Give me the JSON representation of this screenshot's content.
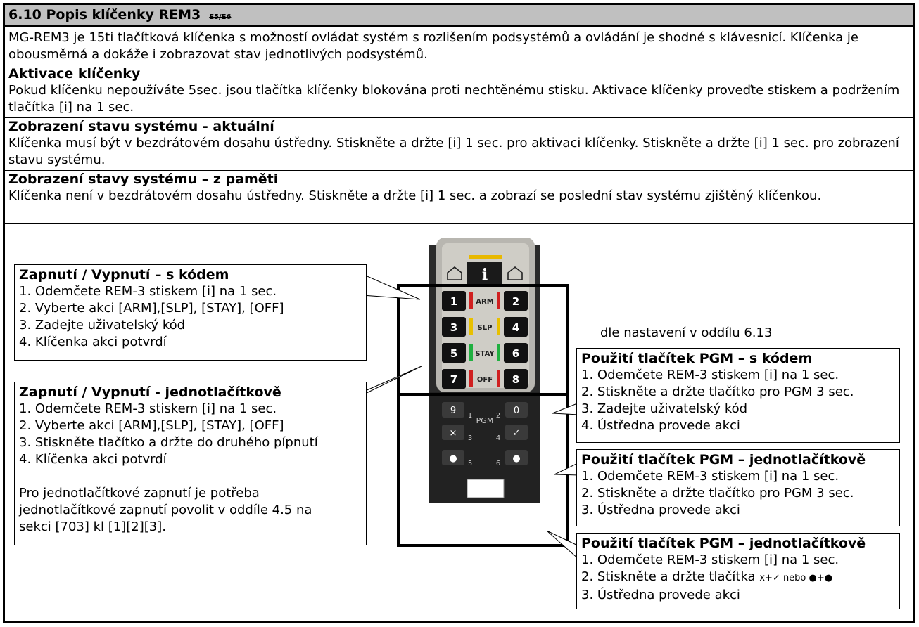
{
  "header": {
    "title": "6.10 Popis klíčenky REM3",
    "code": "E5/E6"
  },
  "intro": {
    "text": "MG-REM3 je 15ti tlačítková klíčenka s možností ovládat systém s rozlišením podsystémů a ovládání je shodné s klávesnicí. Klíčenka je obousměrná a dokáže i zobrazovat stav jednotlivých podsystémů."
  },
  "activation": {
    "title": "Aktivace klíčenky",
    "text": "Pokud klíčenku nepoužíváte 5sec. jsou tlačítka klíčenky blokována proti nechtěnému stisku. Aktivace klíčenky proveďte stiskem a podržením tlačítka [i] na 1 sec."
  },
  "status_current": {
    "title": "Zobrazení stavu systému - aktuální",
    "text": "Klíčenka musí být v bezdrátovém dosahu ústředny. Stiskněte a držte [i] 1 sec. pro aktivaci klíčenky. Stiskněte a držte [i] 1 sec. pro zobrazení stavu systému."
  },
  "status_memory": {
    "title": "Zobrazení stavy systému – z paměti",
    "text": "Klíčenka není v bezdrátovém dosahu ústředny. Stiskněte a držte [i] 1 sec. a zobrazí se poslední stav systému zjištěný klíčenkou."
  },
  "callout_code": {
    "title": "Zapnutí / Vypnutí – s kódem",
    "lines": [
      "1. Odemčete REM-3 stiskem [i] na 1 sec.",
      "2. Vyberte akci [ARM],[SLP], [STAY], [OFF]",
      "3. Zadejte uživatelský kód",
      "4. Klíčenka akci potvrdí"
    ]
  },
  "callout_onetouch": {
    "title": "Zapnutí / Vypnutí - jednotlačítkově",
    "lines": [
      "1. Odemčete REM-3 stiskem [i] na 1 sec.",
      "2. Vyberte akci [ARM],[SLP], [STAY], [OFF]",
      "3. Stiskněte tlačítko a držte do druhého pípnutí",
      "4. Klíčenka akci potvrdí"
    ],
    "note": [
      "Pro jednotlačítkové zapnutí je potřeba",
      "jednotlačítkové zapnutí povolit v oddíle 4.5 na",
      "sekci [703] kl [1][2][3]."
    ]
  },
  "settings_note": "dle nastavení v oddílu 6.13",
  "pgm_code": {
    "title": "Použití tlačítek PGM – s kódem",
    "lines": [
      "1. Odemčete REM-3 stiskem [i] na 1 sec.",
      "2. Stiskněte a držte tlačítko pro PGM 3 sec.",
      "3. Zadejte uživatelský kód",
      "4. Ústředna provede akci"
    ]
  },
  "pgm_onetouch": {
    "title": "Použití tlačítek PGM – jednotlačítkově",
    "lines": [
      "1. Odemčete REM-3 stiskem [i] na 1 sec.",
      "2. Stiskněte a držte tlačítko pro PGM 3 sec.",
      "3. Ústředna provede akci"
    ]
  },
  "pgm_onetouch2": {
    "title": "Použití tlačítek PGM – jednotlačítkově",
    "line1": "1. Odemčete REM-3 stiskem [i] na 1 sec.",
    "line2_main": "2. Stiskněte a držte tlačítka",
    "line2_small": "x+✓ nebo ●+●",
    "line3": "3. Ústředna provede akci"
  },
  "remote": {
    "info_key": "i",
    "keys_left": [
      "1",
      "3",
      "5",
      "7"
    ],
    "keys_right": [
      "2",
      "4",
      "6",
      "8"
    ],
    "labels": [
      "ARM",
      "SLP",
      "STAY",
      "OFF"
    ],
    "led_colors": [
      "#d02020",
      "#e8c000",
      "#20b040",
      "#d02020"
    ],
    "pgm_label": "PGM",
    "pgm_keys": [
      "9",
      "0",
      "×",
      "✓",
      "●",
      "●"
    ],
    "pgm_nums": [
      "1",
      "2",
      "3",
      "4",
      "5",
      "6"
    ]
  }
}
